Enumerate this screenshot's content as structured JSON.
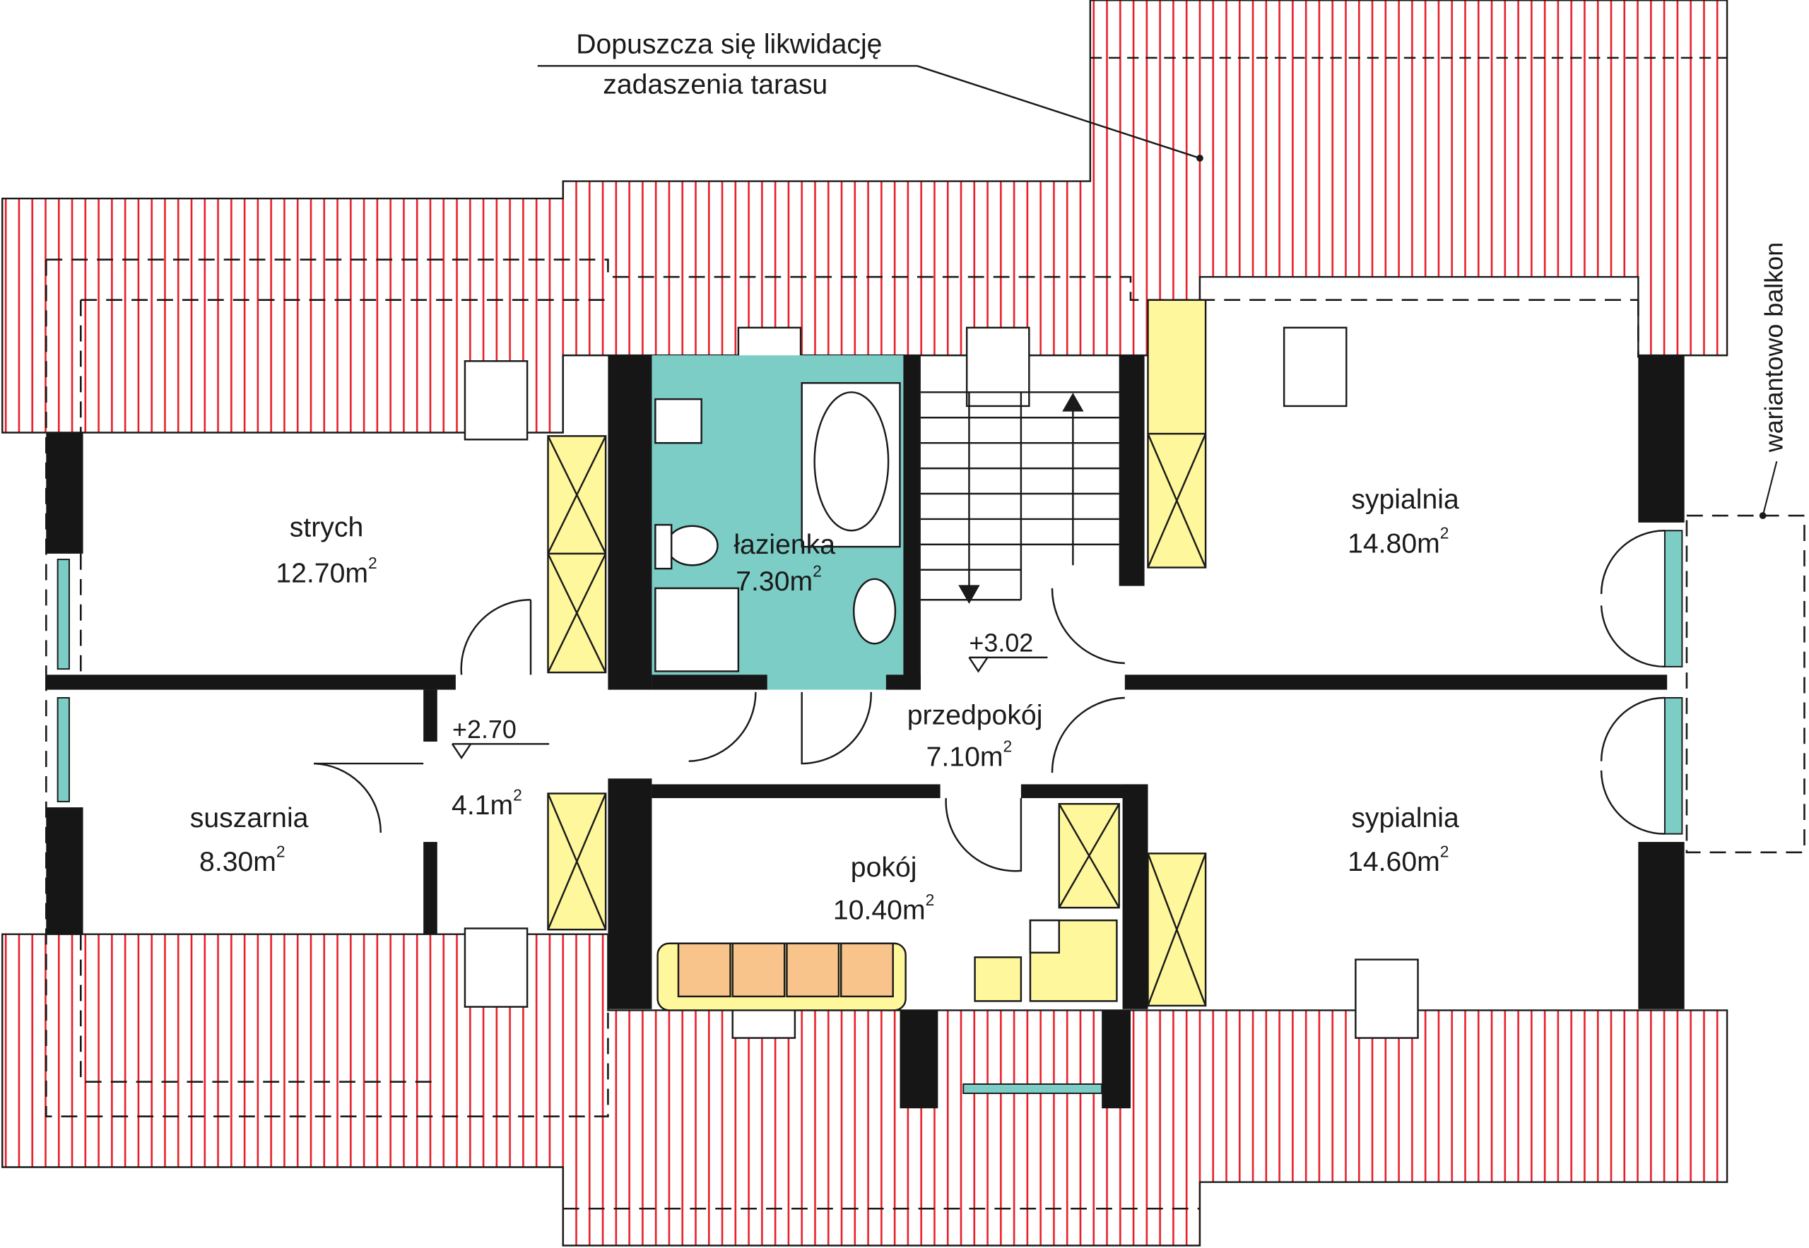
{
  "annotations": {
    "terrace_note_line1": "Dopuszcza się likwidację",
    "terrace_note_line2": "zadaszenia tarasu",
    "balcony_note": "wariantowo balkon"
  },
  "rooms": [
    {
      "name": "strych",
      "area": "12.70m",
      "exp": "2"
    },
    {
      "name": "łazienka",
      "area": "7.30m",
      "exp": "2"
    },
    {
      "name": "sypialnia",
      "area": "14.80m",
      "exp": "2"
    },
    {
      "name": "suszarnia",
      "area": "8.30m",
      "exp": "2"
    },
    {
      "name": "przedpokój",
      "area": "7.10m",
      "exp": "2"
    },
    {
      "name": "pokój",
      "area": "10.40m",
      "exp": "2"
    },
    {
      "name": "sypialnia",
      "area": "14.60m",
      "exp": "2"
    }
  ],
  "hall_small": {
    "area": "4.1m",
    "exp": "2"
  },
  "levels": [
    "+3.02",
    "+2.70"
  ],
  "colors": {
    "roof_hatch": "#e8202a",
    "bathroom": "#7ccdc6",
    "closet": "#fff79c",
    "sofa": "#f9c48c",
    "wall": "#161616"
  }
}
